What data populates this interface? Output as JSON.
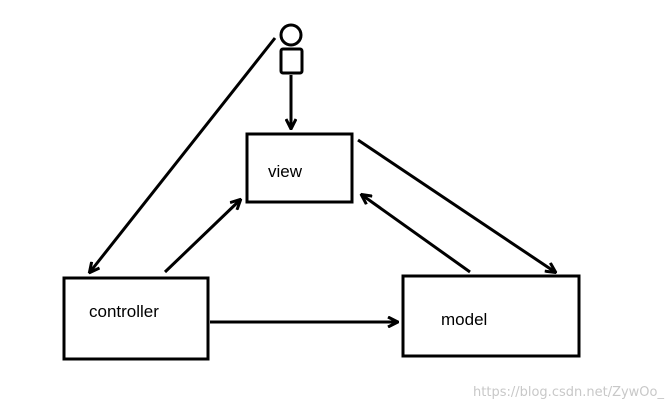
{
  "nodes": {
    "view": {
      "label": "view"
    },
    "controller": {
      "label": "controller"
    },
    "model": {
      "label": "model"
    }
  },
  "user_icon": "user-stick-figure-icon",
  "watermark": "https://blog.csdn.net/ZywOo_",
  "colors": {
    "stroke": "#000000",
    "background": "#ffffff",
    "watermark": "#c8c8c8"
  }
}
